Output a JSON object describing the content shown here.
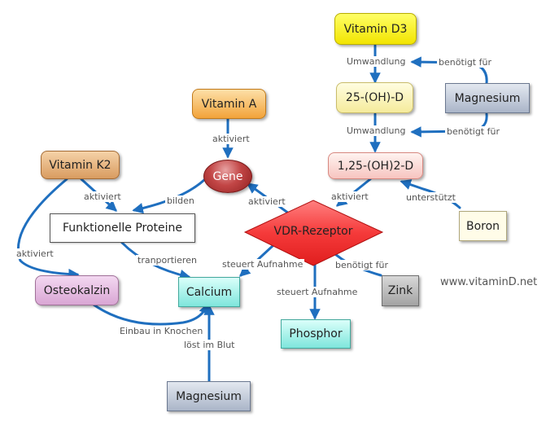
{
  "nodes": {
    "vitamin_d3": "Vitamin D3",
    "ohd_25": "25-(OH)-D",
    "ohd_125": "1,25-(OH)2-D",
    "magnesium_top": "Magnesium",
    "vitamin_a": "Vitamin A",
    "gene": "Gene",
    "vitamin_k2": "Vitamin K2",
    "funktionelle_proteine": "Funktionelle Proteine",
    "vdr_rezeptor": "VDR-Rezeptor",
    "boron": "Boron",
    "osteokalzin": "Osteokalzin",
    "calcium": "Calcium",
    "zink": "Zink",
    "phosphor": "Phosphor",
    "magnesium_bottom": "Magnesium"
  },
  "edges": {
    "umwandlung_1": "Umwandlung",
    "benoetigt_fuer_1": "benötigt für",
    "umwandlung_2": "Umwandlung",
    "benoetigt_fuer_2": "benötigt für",
    "aktiviert_vitamin_a": "aktiviert",
    "aktiviert_k2_proteine": "aktiviert",
    "bilden": "bilden",
    "aktiviert_vdr_gene": "aktiviert",
    "aktiviert_d_vdr": "aktiviert",
    "unterstuetzt": "unterstützt",
    "aktiviert_k2_osteo": "aktiviert",
    "tranportieren": "tranportieren",
    "steuert_aufnahme_ca": "steuert Aufnahme",
    "benoetigt_fuer_zink": "benötigt für",
    "steuert_aufnahme_p": "steuert Aufnahme",
    "einbau_in_knochen": "Einbau in Knochen",
    "loest_im_blut": "löst im Blut"
  },
  "watermark": "www.vitaminD.net",
  "colors": {
    "connector": "#1f6fbf",
    "vdr_fill": "#f53a3a",
    "gene_fill": "#a83232"
  }
}
